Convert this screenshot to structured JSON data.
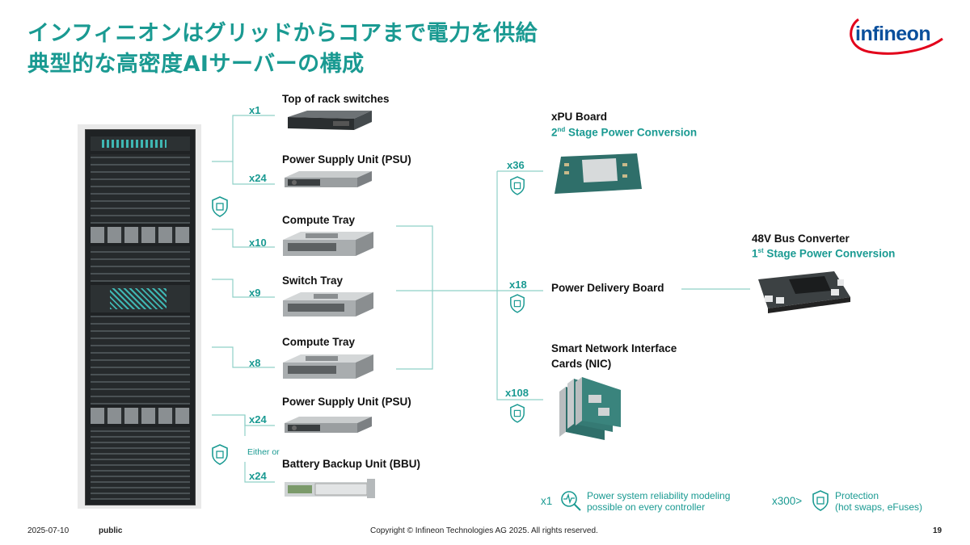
{
  "header": {
    "title_line1": "インフィニオンはグリッドからコアまで電力を供給",
    "title_line2": "典型的な高密度AIサーバーの構成",
    "logo_text": "infineon"
  },
  "left_items": [
    {
      "mult": "x1",
      "label": "Top of rack switches"
    },
    {
      "mult": "x24",
      "label": "Power Supply Unit (PSU)"
    },
    {
      "mult": "x10",
      "label": "Compute Tray"
    },
    {
      "mult": "x9",
      "label": "Switch Tray"
    },
    {
      "mult": "x8",
      "label": "Compute Tray"
    },
    {
      "mult": "x24",
      "label": "Power Supply Unit (PSU)"
    },
    {
      "mult": "x24",
      "label": "Battery Backup Unit (BBU)"
    }
  ],
  "either_or": "Either or",
  "xpu": {
    "mult": "x36",
    "title": "xPU Board",
    "stage_num": "2",
    "stage_sup": "nd",
    "stage_text": " Stage Power Conversion"
  },
  "pdb": {
    "mult": "x18",
    "title": "Power Delivery Board"
  },
  "nic": {
    "mult": "x108",
    "title_line1": "Smart Network Interface",
    "title_line2": "Cards (NIC)"
  },
  "bus": {
    "title": "48V Bus Converter",
    "stage_num": "1",
    "stage_sup": "st",
    "stage_text": " Stage Power Conversion"
  },
  "legend": {
    "item1_mult": "x1",
    "item1_line1": "Power system reliability modeling",
    "item1_line2": "possible on every controller",
    "item2_mult": "x300>",
    "item2_line1": "Protection",
    "item2_line2": "(hot swaps, eFuses)"
  },
  "footer": {
    "date": "2025-07-10",
    "classification": "public",
    "copyright": "Copyright © Infineon Technologies AG 2025. All rights reserved.",
    "page": "19"
  },
  "colors": {
    "accent": "#1a9a92",
    "logo_red": "#e2001a",
    "logo_blue": "#0a4f9c"
  }
}
